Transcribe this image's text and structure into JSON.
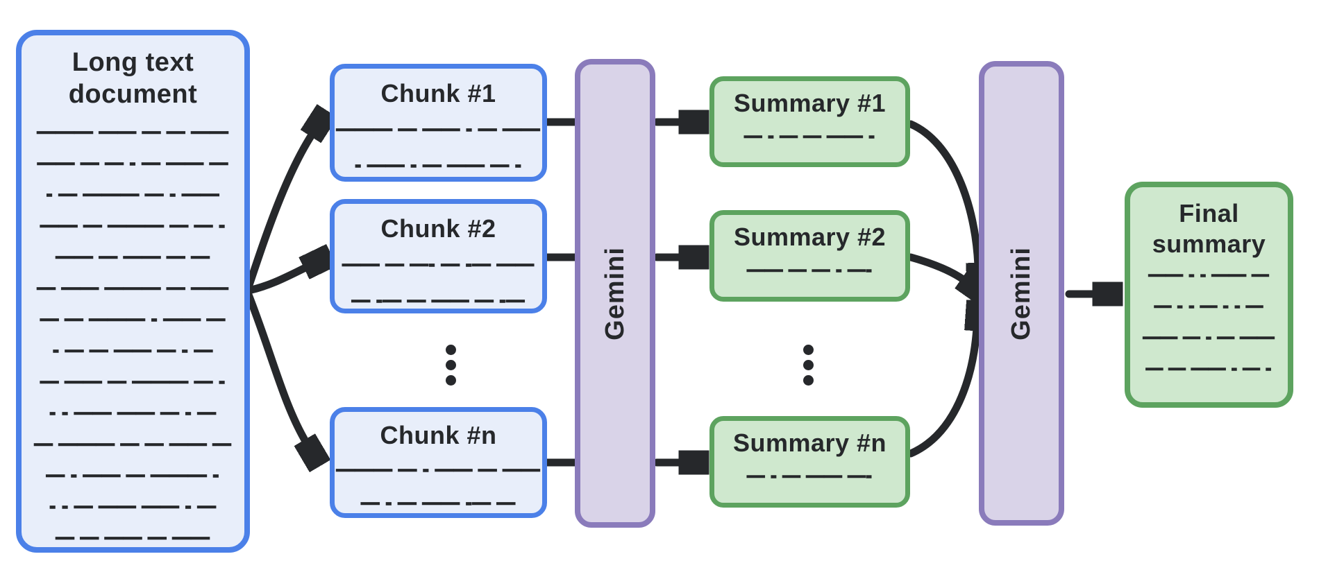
{
  "colors": {
    "ink": "#26282B",
    "blue_border": "#4B80E8",
    "blue_fill": "#E8EEFA",
    "green_border": "#5DA35F",
    "green_fill": "#CFE8CE",
    "purple_border": "#8A7BBB",
    "purple_fill": "#D9D3E8",
    "background": "#FFFFFF"
  },
  "document": {
    "title": "Long text document",
    "lines": [
      "——— —— — — ——",
      "—— — — - — —— —",
      "- — ——— — - ——",
      "—— — ——— — — -",
      "—— — —— — —",
      "— —— ——— — ——",
      "— — ——— - —— —",
      "- — — —— — - —",
      "— —— — ——— — -",
      "- - —— —— — - —",
      "— ——— — — —— —",
      "— - —— — ——— -",
      "- - — —— —— - —",
      "— — —— — ——"
    ]
  },
  "chunks": [
    {
      "label": "Chunk #1",
      "lines": [
        "——— — —— - — ——",
        "- —— - — —— — -"
      ]
    },
    {
      "label": "Chunk #2",
      "lines": [
        "—— — —- — -— ——",
        "— -— — —— — -—"
      ]
    },
    {
      "label": "Chunk #n",
      "lines": [
        "——— — - —— — ——",
        "— - — —— -— —"
      ]
    }
  ],
  "gemini_map": {
    "label": "Gemini"
  },
  "summaries": [
    {
      "label": "Summary #1",
      "lines": [
        "— - — — —— -"
      ]
    },
    {
      "label": "Summary #2",
      "lines": [
        "—— — — - —-"
      ]
    },
    {
      "label": "Summary #n",
      "lines": [
        "— - — —— —- "
      ]
    }
  ],
  "gemini_reduce": {
    "label": "Gemini"
  },
  "final_summary": {
    "title": "Final summary",
    "lines": [
      "—— - - —— —",
      "— - - — - - —",
      "—— — - — ——",
      "— — —— - — -"
    ]
  }
}
